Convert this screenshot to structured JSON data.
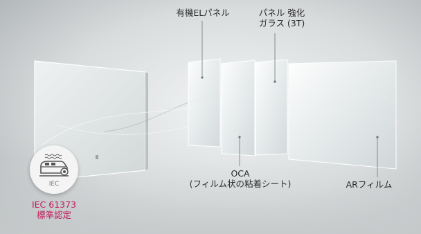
{
  "labels": {
    "oled_panel": "有機ELパネル",
    "glass_line1": "パネル 強化",
    "glass_line2": "ガラス (3T)",
    "oca_line1": "OCA",
    "oca_line2": "(フィルム状の粘着シート)",
    "ar_film": "ARフィルム"
  },
  "certification": {
    "badge_text": "IEC",
    "line1": "IEC 61373",
    "line2": "標準認定",
    "color": "#c2185b"
  }
}
